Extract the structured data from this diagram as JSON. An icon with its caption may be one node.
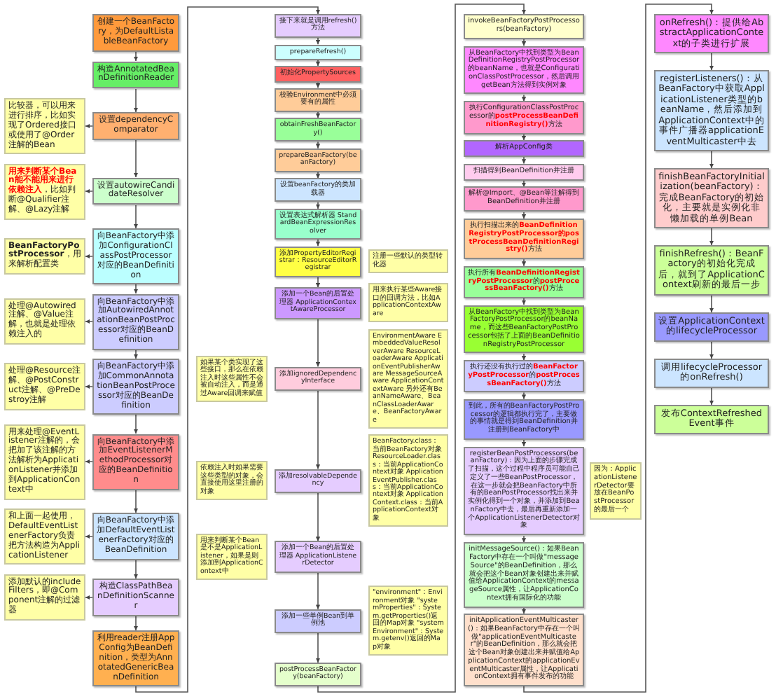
{
  "diagram": {
    "nodes": [
      {
        "text": [
          "创建一个BeanFactory，为DefaultListableBeanFactory"
        ]
      },
      {
        "text": [
          "构造AnnotatedBeanDefinitionReader"
        ]
      },
      {
        "text": [
          "设置dependencyComparator"
        ]
      },
      {
        "text": [
          "比较器，可以用来进行排序，比如实现了Ordered接口或使用了@Order注解的Bean"
        ]
      },
      {
        "text": [
          "设置autowireCandidateResolver"
        ]
      },
      {
        "text": [
          "**用来判断某个Bean能不能用来进行依赖注入**，比如判断@Qualifier注解、@Lazy注解"
        ]
      },
      {
        "text": [
          "向BeanFactory中添加ConfigurationClassPostProcessor对应的BeanDefinition"
        ]
      },
      {
        "text": [
          "**BeanFactoryPostProcessor**，用来解析配置类"
        ]
      },
      {
        "text": [
          "向BeanFactory中添加AutowiredAnnotationBeanPostProcessor对应的BeanDefinition"
        ]
      },
      {
        "text": [
          "处理@Autowired注解、@Value注解，也就是处理依赖注入的"
        ]
      },
      {
        "text": [
          "向BeanFactory中添加CommonAnnotationBeanPostProcessor对应的BeanDefinition"
        ]
      },
      {
        "text": [
          "处理@Resource注解、@PostConstruct注解、@PreDestroy注解"
        ]
      },
      {
        "text": [
          "向BeanFactory中添加EventListenerMethodProcessor对应的BeanDefinition"
        ]
      },
      {
        "text": [
          "用来处理@EventListener注解的，会把加了该注解的方法解析为ApplicationListener并添加到ApplicationContext中"
        ]
      },
      {
        "text": [
          "向BeanFactory中添加DefaultEventListenerFactory对应的BeanDefinition"
        ]
      },
      {
        "text": [
          "和上面一起使用，DefaultEventListenerFactory负责把方法构造为ApplicationListener"
        ]
      },
      {
        "text": [
          "构造ClassPathBeanDefinitionScanner"
        ]
      },
      {
        "text": [
          "添加默认的includeFilters，即@Component注解的过滤器"
        ]
      },
      {
        "text": [
          "利用reader注册AppConfig为BeanDefinition，类型为AnnotatedGenericBeanDefinition"
        ]
      },
      {
        "text": [
          "接下来就是调用refresh()方法"
        ]
      },
      {
        "text": [
          "prepareRefresh()"
        ]
      },
      {
        "text": [
          "初始化PropertySources"
        ]
      },
      {
        "text": [
          "校验Environment中必须要有的属性"
        ]
      },
      {
        "text": [
          "obtainFreshBeanFactory()"
        ]
      },
      {
        "text": [
          "prepareBeanFactory(beanFactory)"
        ]
      },
      {
        "text": [
          "设置beanFactory的类加载器"
        ]
      },
      {
        "text": [
          "设置表达式解析器 StandardBeanExpressionResolver"
        ]
      },
      {
        "text": [
          "添加PropertyEditorRegistrar：ResourceEditorRegistrar"
        ]
      },
      {
        "text": [
          "注册一些默认的类型转化器"
        ]
      },
      {
        "text": [
          "添加一个Bean的后置处理器 ApplicationContextAwareProcessor"
        ]
      },
      {
        "text": [
          "用来执行某些Aware接口的回调方法，比如ApplicationContextAware"
        ]
      },
      {
        "text": [
          "如果某个类实现了这些接口，那么在依赖注入时这些属性不会被自动注入，而是通过Aware回调来赋值"
        ]
      },
      {
        "text": [
          "添加ignoredDependencyInterface"
        ]
      },
      {
        "text": [
          "EnvironmentAware EmbeddedValueResolverAware ResourceLoaderAware ApplicationEventPublisherAware MessageSourceAware ApplicationContextAware 另外还有BeanNameAware、BeanClassLoaderAware、BeanFactoryAware"
        ]
      },
      {
        "text": [
          "依赖注入时如果需要这些类型的对象，会直接使用这里注册的对象"
        ]
      },
      {
        "text": [
          "添加resolvableDependency"
        ]
      },
      {
        "text": [
          "BeanFactory.class：当前BeanFactory对象 ResourceLoader.class：当前ApplicationContext对象 ApplicationEventPublisher.class：当前ApplicationContext对象 ApplicationContext.class：当前ApplicationContext对象"
        ]
      },
      {
        "text": [
          "用来判断某个Bean是不是ApplicationListener，如果是则添加到ApplicationContext中"
        ]
      },
      {
        "text": [
          "添加一个Bean的后置处理器 ApplicationListenerDetector"
        ]
      },
      {
        "text": [
          "添加一些单例Bean到单例池"
        ]
      },
      {
        "text": [
          "\"environment\"：Environment对象 \"systemProperties\"：System.getProperties()返回的Map对象 \"systemEnvironment\"：System.getenv()返回的Map对象"
        ]
      },
      {
        "text": [
          "postProcessBeanFactory(beanFactory)"
        ]
      },
      {
        "text": [
          "invokeBeanFactoryPostProcessors(beanFactory)"
        ]
      },
      {
        "text": [
          "从BeanFactory中找到类型为BeanDefinitionRegistryPostProcessor的beanName，也就是ConfigurationClassPostProcessor，然后调用getBean方法得到实例对象"
        ]
      },
      {
        "text": [
          "执行ConfigurationClassPostProcessor的**postProcessBeanDefinitionRegistry()**方法"
        ]
      },
      {
        "text": [
          "解析AppConfig类"
        ]
      },
      {
        "text": [
          "扫描得到BeanDefinition并注册"
        ]
      },
      {
        "text": [
          "解析@Import、@Bean等注解得到BeanDefinition并注册"
        ]
      },
      {
        "text": [
          "执行扫描出来的**BeanDefinitionRegistryPostProcessor的postProcessBeanDefinitionRegistry()**方法"
        ]
      },
      {
        "text": [
          "执行所有**BeanDefinitionRegistryPostProcessor**的**postProcessBeanFactory()**方法"
        ]
      },
      {
        "text": [
          "从BeanFactory中找到类型为BeanFactoryPostProcessor的beanName，而这些BeanFactoryPostProcessor包括了上面的BeanDefinitionRegistryPostProcessor"
        ]
      },
      {
        "text": [
          "执行还没有执行过的**BeanFactoryPostProcessor**的**postProcessBeanFactory()**方法"
        ]
      },
      {
        "text": [
          "到此，所有的BeanFactoryPostProcessor的逻辑都执行完了，主要做的事情就是得到BeanDefinition并注册到BeanFactory中"
        ]
      },
      {
        "text": [
          "registerBeanPostProcessors(beanFactory)：因为上面的步骤完成了扫描，这个过程中程序员可能自己定义了一些BeanPostProcessor，在这一步就会把BeanFactory中所有的BeanPostProcessor找出来并实例化得到一个对象，并添加到BeanFactory中去，最后再重新添加一个ApplicationListenerDetector对象"
        ]
      },
      {
        "text": [
          "因为：ApplicationListenerDetector要放在BeanPostProcessor的最后一个"
        ]
      },
      {
        "text": [
          "initMessageSource()：如果BeanFactory中存在一个叫做\"messageSource\"的BeanDefinition，那么就会把这个Bean对象创建出来并赋值给ApplicationContext的messageSource属性，让ApplicationContext拥有国际化的功能"
        ]
      },
      {
        "text": [
          "initApplicationEventMulticaster()：如果BeanFactory中存在一个叫做\"applicationEventMulticaster\"的BeanDefinition，那么就会把这个Bean对象创建出来并赋值给ApplicationContext的applicationEventMulticaster属性，让ApplicationContext拥有事件发布的功能"
        ]
      },
      {
        "text": [
          "onRefresh()：提供给AbstractApplicationContext的子类进行扩展"
        ]
      },
      {
        "text": [
          "registerListeners()：从BeanFactory中获取ApplicationListener类型的beanName，然后添加到ApplicationContext中的事件广播器applicationEventMulticaster中去"
        ]
      },
      {
        "text": [
          "finishBeanFactoryInitialization(beanFactory)：完成BeanFactory的初始化，主要就是实例化非懒加载的单例Bean"
        ]
      },
      {
        "text": [
          "finishRefresh()：BeanFactory的初始化完成后，就到了ApplicationContext刷新的最后一步"
        ]
      },
      {
        "text": [
          "设置ApplicationContext的lifecycleProcessor"
        ]
      },
      {
        "text": [
          "调用lifecycleProcessor的onRefresh()"
        ]
      },
      {
        "text": [
          "发布ContextRefreshedEvent事件"
        ]
      }
    ],
    "edges": [
      {
        "from": 0,
        "to": 1,
        "arrow": "to"
      },
      {
        "from": 1,
        "to": 2,
        "arrow": "to"
      },
      {
        "from": 2,
        "to": 4,
        "arrow": "to"
      },
      {
        "from": 4,
        "to": 6,
        "arrow": "to"
      },
      {
        "from": 6,
        "to": 8,
        "arrow": "to"
      },
      {
        "from": 8,
        "to": 10,
        "arrow": "to"
      },
      {
        "from": 10,
        "to": 12,
        "arrow": "to"
      },
      {
        "from": 12,
        "to": 14,
        "arrow": "to"
      },
      {
        "from": 14,
        "to": 16,
        "arrow": "to"
      },
      {
        "from": 16,
        "to": 18,
        "arrow": "to"
      },
      {
        "from": 18,
        "to": 19,
        "arrow": "to"
      },
      {
        "from": 19,
        "to": 20,
        "arrow": "to"
      },
      {
        "from": 20,
        "to": 21,
        "arrow": "to"
      },
      {
        "from": 21,
        "to": 22,
        "arrow": "to"
      },
      {
        "from": 22,
        "to": 23,
        "arrow": "to"
      },
      {
        "from": 23,
        "to": 24,
        "arrow": "to"
      },
      {
        "from": 24,
        "to": 25,
        "arrow": "to"
      },
      {
        "from": 25,
        "to": 26,
        "arrow": "to"
      },
      {
        "from": 26,
        "to": 27,
        "arrow": "to"
      },
      {
        "from": 27,
        "to": 29,
        "arrow": "to"
      },
      {
        "from": 29,
        "to": 32,
        "arrow": "to"
      },
      {
        "from": 32,
        "to": 35,
        "arrow": "to"
      },
      {
        "from": 35,
        "to": 38,
        "arrow": "to"
      },
      {
        "from": 38,
        "to": 39,
        "arrow": "to"
      },
      {
        "from": 39,
        "to": 41,
        "arrow": "to"
      },
      {
        "from": 41,
        "to": 42,
        "arrow": "to"
      },
      {
        "from": 42,
        "to": 43,
        "arrow": "to"
      },
      {
        "from": 43,
        "to": 44,
        "arrow": "to"
      },
      {
        "from": 44,
        "to": 45,
        "arrow": "to"
      },
      {
        "from": 45,
        "to": 46,
        "arrow": "to"
      },
      {
        "from": 46,
        "to": 47,
        "arrow": "to"
      },
      {
        "from": 47,
        "to": 48,
        "arrow": "to"
      },
      {
        "from": 48,
        "to": 49,
        "arrow": "to"
      },
      {
        "from": 49,
        "to": 50,
        "arrow": "to"
      },
      {
        "from": 50,
        "to": 51,
        "arrow": "to"
      },
      {
        "from": 51,
        "to": 52,
        "arrow": "to"
      },
      {
        "from": 52,
        "to": 53,
        "arrow": "to"
      },
      {
        "from": 53,
        "to": 55,
        "arrow": "to"
      },
      {
        "from": 55,
        "to": 56,
        "arrow": "to"
      },
      {
        "from": 56,
        "to": 57,
        "arrow": "to"
      },
      {
        "from": 57,
        "to": 58,
        "arrow": "to"
      },
      {
        "from": 58,
        "to": 59,
        "arrow": "to"
      },
      {
        "from": 59,
        "to": 60,
        "arrow": "to"
      },
      {
        "from": 60,
        "to": 61,
        "arrow": "to"
      },
      {
        "from": 61,
        "to": 62,
        "arrow": "to"
      },
      {
        "from": 62,
        "to": 63,
        "arrow": "to"
      },
      {
        "from": 2,
        "to": 3,
        "arrow": "to",
        "style": "dashed"
      },
      {
        "from": 4,
        "to": 5,
        "arrow": "to",
        "style": "dashed"
      },
      {
        "from": 6,
        "to": 7,
        "arrow": "to",
        "style": "dashed"
      },
      {
        "from": 8,
        "to": 9,
        "arrow": "to",
        "style": "dashed"
      },
      {
        "from": 10,
        "to": 11,
        "arrow": "to",
        "style": "dashed"
      },
      {
        "from": 12,
        "to": 13,
        "arrow": "to",
        "style": "dashed"
      },
      {
        "from": 14,
        "to": 15,
        "arrow": "to",
        "style": "dashed"
      },
      {
        "from": 16,
        "to": 17,
        "arrow": "to",
        "style": "dashed"
      }
    ]
  }
}
